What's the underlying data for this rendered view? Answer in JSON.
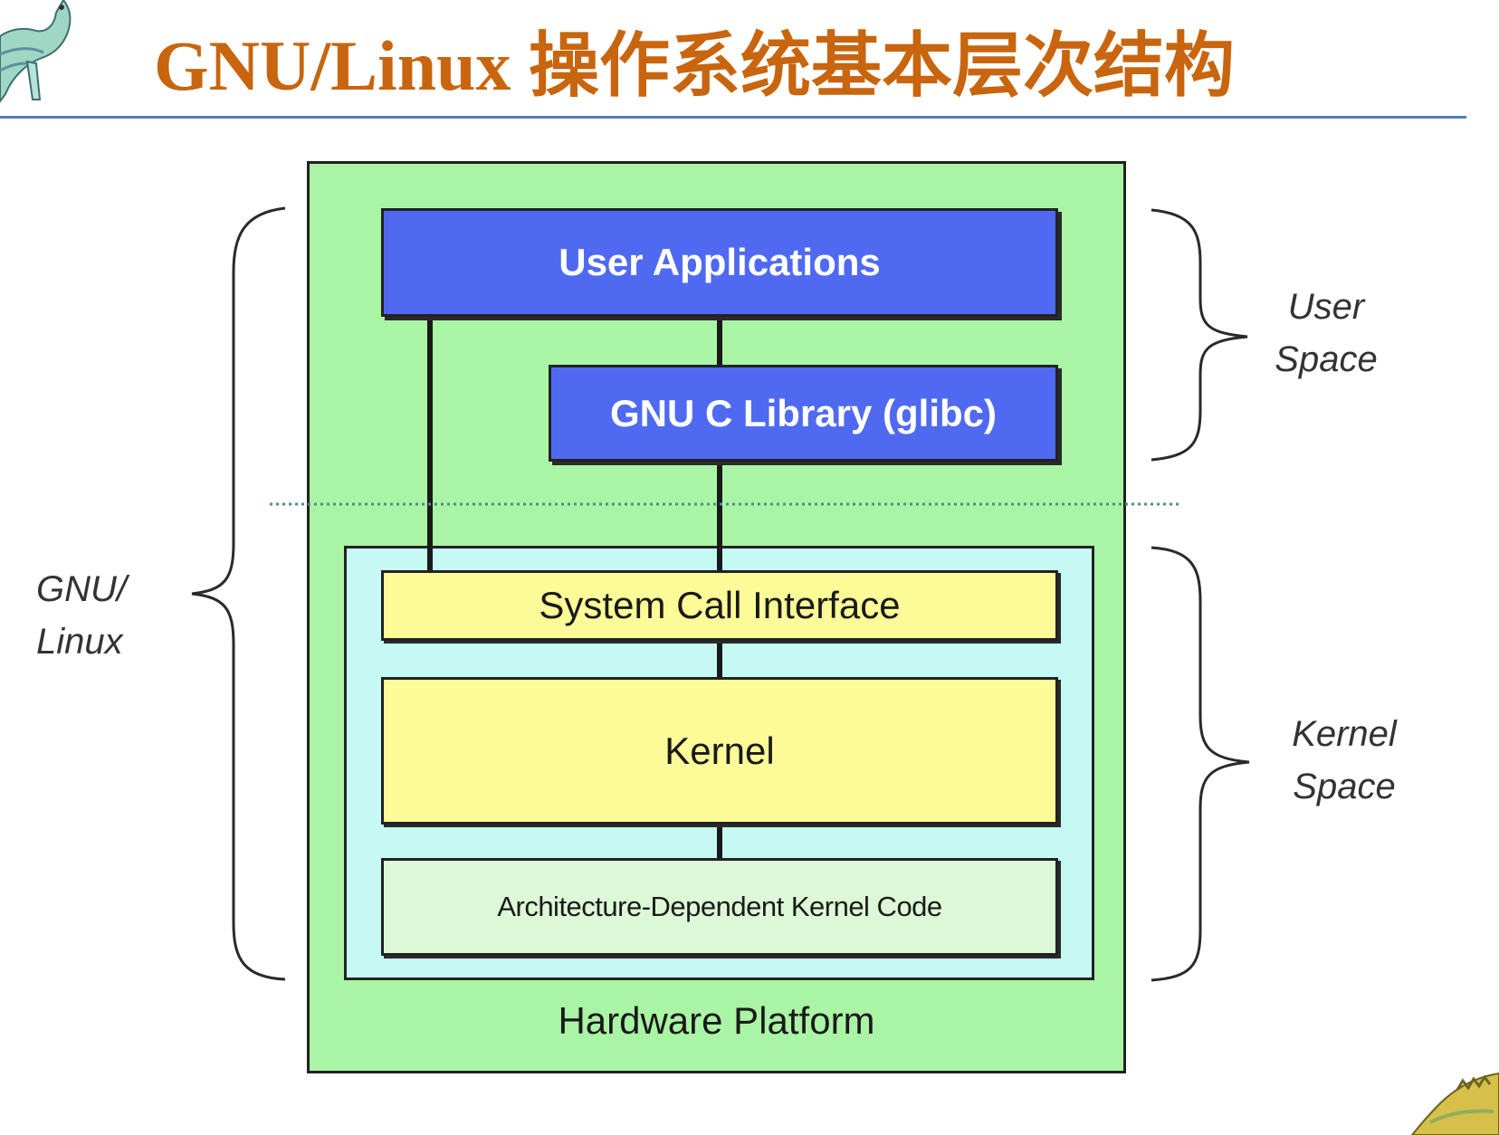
{
  "title": "GNU/Linux 操作系统基本层次结构",
  "diagram": {
    "user_applications": "User Applications",
    "glibc": "GNU C Library (glibc)",
    "system_call_interface": "System Call Interface",
    "kernel": "Kernel",
    "arch_code": "Architecture-Dependent Kernel Code",
    "hardware_platform": "Hardware Platform",
    "brace_user_space": [
      "User",
      "Space"
    ],
    "brace_kernel_space": [
      "Kernel",
      "Space"
    ],
    "brace_gnu_linux": [
      "GNU/",
      "Linux"
    ]
  },
  "colors": {
    "title": "#c8650e",
    "platform": "#aaf5a5",
    "kernel_space": "#c6f9f3",
    "user_layer": "#4f6af1",
    "kernel_layer": "#fcfb97",
    "arch_layer": "#dcf8d6",
    "title_rule": "#4f7fb5"
  }
}
